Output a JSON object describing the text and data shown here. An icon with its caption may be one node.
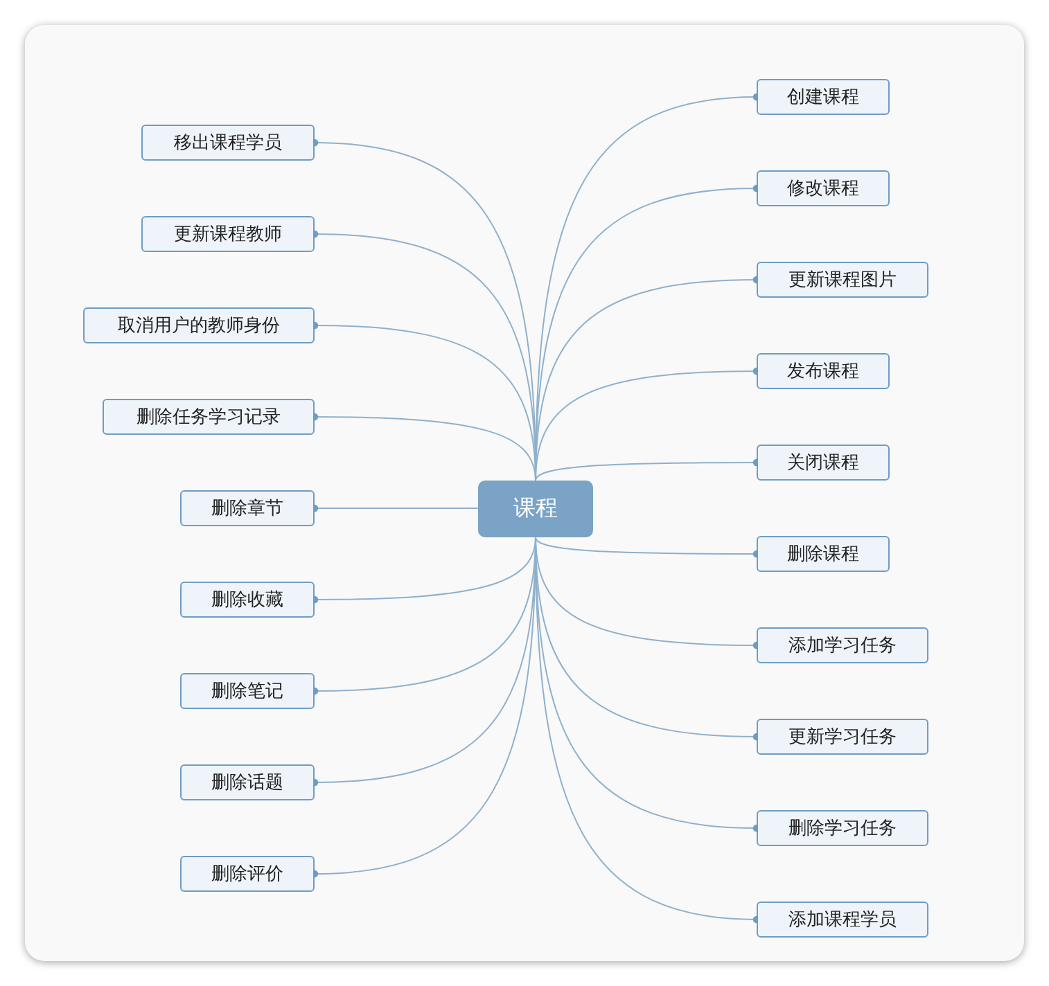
{
  "diagram": {
    "nodes": [
      {
        "text": [
          "课程"
        ]
      },
      {
        "text": [
          "移出课程学员"
        ]
      },
      {
        "text": [
          "更新课程教师"
        ]
      },
      {
        "text": [
          "取消用户的教师身份"
        ]
      },
      {
        "text": [
          "删除任务学习记录"
        ]
      },
      {
        "text": [
          "删除章节"
        ]
      },
      {
        "text": [
          "删除收藏"
        ]
      },
      {
        "text": [
          "删除笔记"
        ]
      },
      {
        "text": [
          "删除话题"
        ]
      },
      {
        "text": [
          "删除评价"
        ]
      },
      {
        "text": [
          "创建课程"
        ]
      },
      {
        "text": [
          "修改课程"
        ]
      },
      {
        "text": [
          "更新课程图片"
        ]
      },
      {
        "text": [
          "发布课程"
        ]
      },
      {
        "text": [
          "关闭课程"
        ]
      },
      {
        "text": [
          "删除课程"
        ]
      },
      {
        "text": [
          "添加学习任务"
        ]
      },
      {
        "text": [
          "更新学习任务"
        ]
      },
      {
        "text": [
          "删除学习任务"
        ]
      },
      {
        "text": [
          "添加课程学员"
        ]
      }
    ],
    "edges": [
      {
        "from": 0,
        "to": 1,
        "arrow": "other"
      },
      {
        "from": 0,
        "to": 2,
        "arrow": "other"
      },
      {
        "from": 0,
        "to": 3,
        "arrow": "other"
      },
      {
        "from": 0,
        "to": 4,
        "arrow": "other"
      },
      {
        "from": 0,
        "to": 5,
        "arrow": "other"
      },
      {
        "from": 0,
        "to": 6,
        "arrow": "other"
      },
      {
        "from": 0,
        "to": 7,
        "arrow": "other"
      },
      {
        "from": 0,
        "to": 8,
        "arrow": "other"
      },
      {
        "from": 0,
        "to": 9,
        "arrow": "other"
      },
      {
        "from": 0,
        "to": 10,
        "arrow": "other"
      },
      {
        "from": 0,
        "to": 11,
        "arrow": "other"
      },
      {
        "from": 0,
        "to": 12,
        "arrow": "other"
      },
      {
        "from": 0,
        "to": 13,
        "arrow": "other"
      },
      {
        "from": 0,
        "to": 14,
        "arrow": "other"
      },
      {
        "from": 0,
        "to": 15,
        "arrow": "other"
      },
      {
        "from": 0,
        "to": 16,
        "arrow": "other"
      },
      {
        "from": 0,
        "to": 17,
        "arrow": "other"
      },
      {
        "from": 0,
        "to": 18,
        "arrow": "other"
      },
      {
        "from": 0,
        "to": 19,
        "arrow": "other"
      }
    ]
  }
}
